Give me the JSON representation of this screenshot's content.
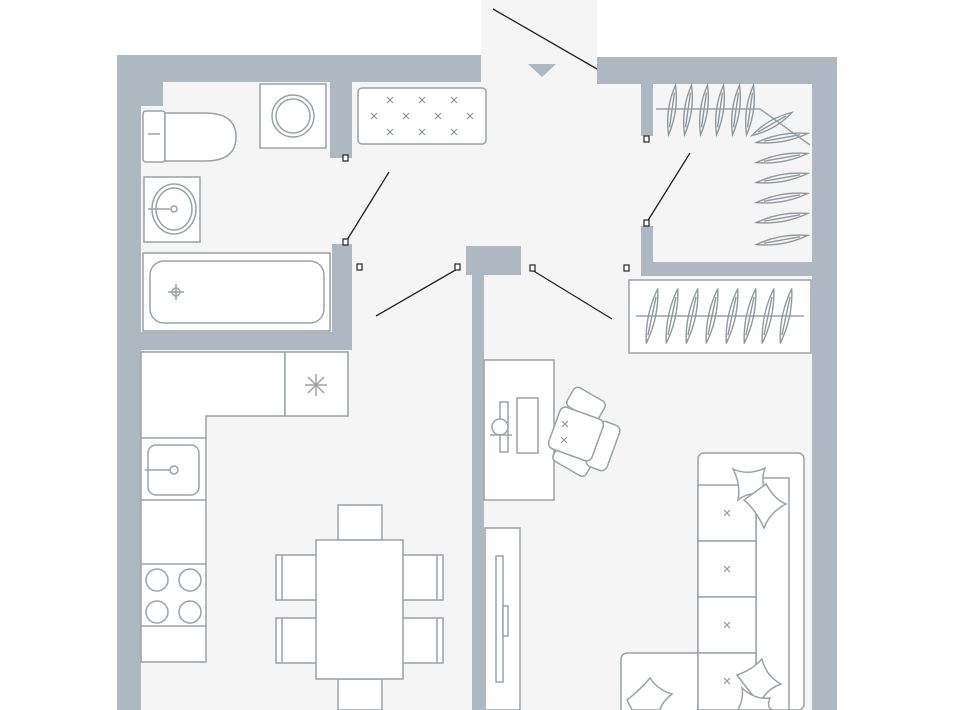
{
  "plan": {
    "rooms": [
      {
        "name": "bathroom",
        "fixtures": [
          "toilet",
          "washing-machine",
          "washbasin",
          "bathtub",
          "cabinet"
        ]
      },
      {
        "name": "kitchen-dining",
        "fixtures": [
          "kitchen-counter",
          "hob",
          "sink",
          "fridge",
          "dining-table",
          "chairs"
        ]
      },
      {
        "name": "hallway",
        "fixtures": [
          "entrance-door",
          "bench"
        ]
      },
      {
        "name": "wardrobe",
        "fixtures": [
          "wardrobe-rail"
        ]
      },
      {
        "name": "living-room",
        "fixtures": [
          "desk",
          "office-chair",
          "tv-stand",
          "corner-sofa",
          "closet"
        ]
      }
    ],
    "entrance_marker": "triangle-down-icon",
    "colors": {
      "wall": "#aeb8c0",
      "floor": "#f5f5f5",
      "fixture_stroke": "#9aa2a6",
      "door_swing": "#222222"
    }
  }
}
